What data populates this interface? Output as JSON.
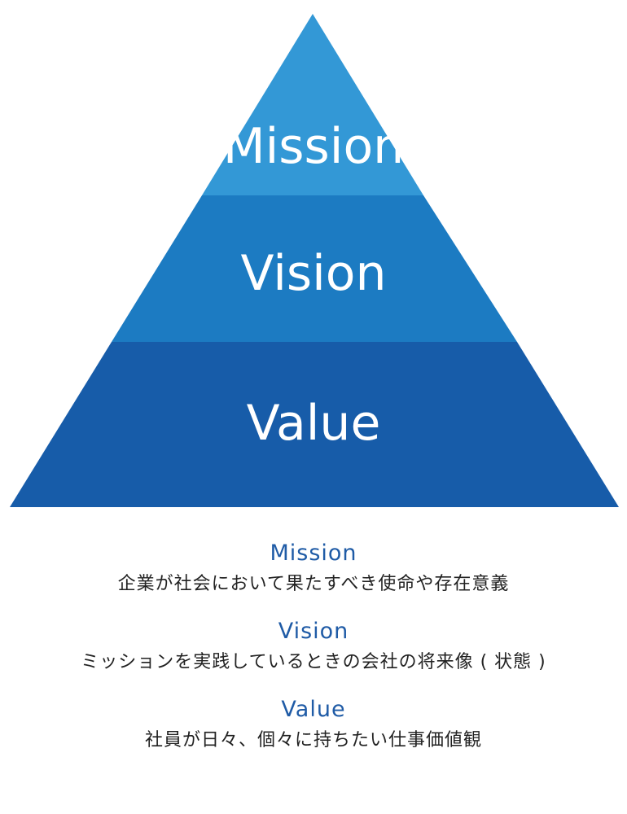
{
  "pyramid": {
    "tiers": [
      {
        "label": "Mission",
        "color": "#3398d6"
      },
      {
        "label": "Vision",
        "color": "#1c7bc2"
      },
      {
        "label": "Value",
        "color": "#175ca9"
      }
    ]
  },
  "definitions": [
    {
      "title": "Mission",
      "description": "企業が社会において果たすべき使命や存在意義"
    },
    {
      "title": "Vision",
      "description": "ミッションを実践しているときの会社の将来像 ( 状態 )"
    },
    {
      "title": "Value",
      "description": "社員が日々、個々に持ちたい仕事価値観"
    }
  ]
}
